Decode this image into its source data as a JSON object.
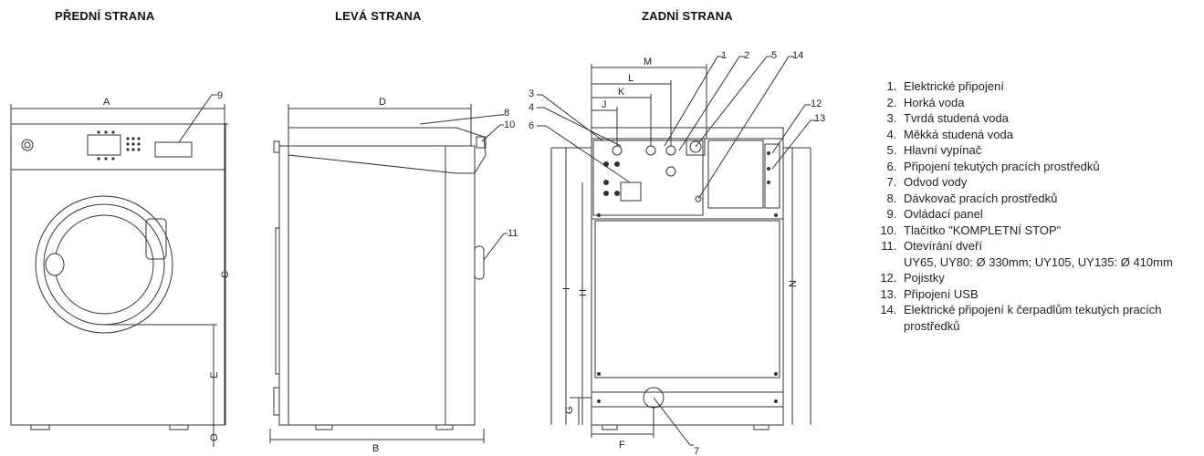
{
  "views": {
    "front": "PŘEDNÍ STRANA",
    "left": "LEVÁ STRANA",
    "rear": "ZADNÍ STRANA"
  },
  "dimension_labels": {
    "A": "A",
    "B": "B",
    "C": "C",
    "D": "D",
    "E": "E",
    "F": "F",
    "G": "G",
    "H": "H",
    "I": "I",
    "J": "J",
    "K": "K",
    "L": "L",
    "M": "M",
    "N": "N",
    "O": "O"
  },
  "callouts": [
    "1",
    "2",
    "3",
    "4",
    "5",
    "6",
    "7",
    "8",
    "9",
    "10",
    "11",
    "12",
    "13",
    "14"
  ],
  "legend": [
    {
      "text": "Elektrické připojení"
    },
    {
      "text": "Horká voda"
    },
    {
      "text": "Tvrdá studená voda"
    },
    {
      "text": "Měkká studená voda"
    },
    {
      "text": "Hlavní vypínač"
    },
    {
      "text": "Připojení tekutých pracích prostředků"
    },
    {
      "text": "Odvod vody"
    },
    {
      "text": "Dávkovač pracích prostředků"
    },
    {
      "text": "Ovládací panel"
    },
    {
      "text": "Tlačítko \"KOMPLETNÍ STOP\""
    },
    {
      "text": "Otevírání dveří",
      "sub": "UY65, UY80: Ø 330mm; UY105, UY135: Ø 410mm"
    },
    {
      "text": "Pojistky"
    },
    {
      "text": "Připojení USB"
    },
    {
      "text": "Elektrické připojení k čerpadlům tekutých pracích prostředků"
    }
  ]
}
